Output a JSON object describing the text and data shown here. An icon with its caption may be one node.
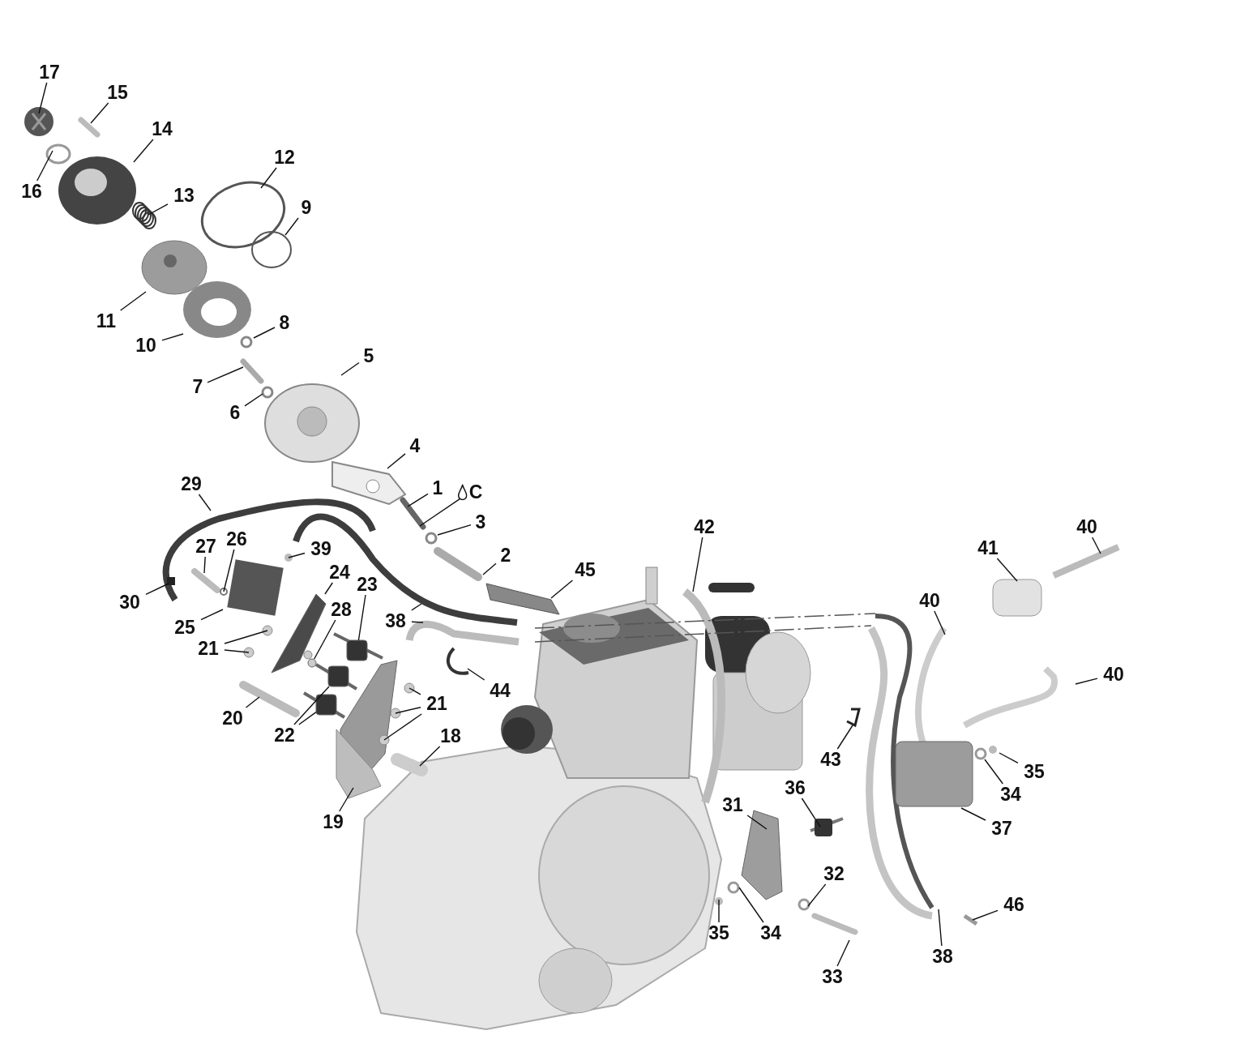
{
  "diagram": {
    "nodes": [
      {
        "text": [
          "17"
        ]
      },
      {
        "text": [
          "15"
        ]
      },
      {
        "text": [
          "14"
        ]
      },
      {
        "text": [
          "16"
        ]
      },
      {
        "text": [
          "13"
        ]
      },
      {
        "text": [
          "12"
        ]
      },
      {
        "text": [
          "9"
        ]
      },
      {
        "text": [
          "11"
        ]
      },
      {
        "text": [
          "10"
        ]
      },
      {
        "text": [
          "8"
        ]
      },
      {
        "text": [
          "5"
        ]
      },
      {
        "text": [
          "7"
        ]
      },
      {
        "text": [
          "6"
        ]
      },
      {
        "text": [
          "4"
        ]
      },
      {
        "text": [
          "1"
        ]
      },
      {
        "text": [
          "C"
        ]
      },
      {
        "text": [
          "3"
        ]
      },
      {
        "text": [
          "2"
        ]
      },
      {
        "text": [
          "29"
        ]
      },
      {
        "text": [
          "42"
        ]
      },
      {
        "text": [
          "40"
        ]
      },
      {
        "text": [
          "41"
        ]
      },
      {
        "text": [
          "27"
        ]
      },
      {
        "text": [
          "26"
        ]
      },
      {
        "text": [
          "39"
        ]
      },
      {
        "text": [
          "45"
        ]
      },
      {
        "text": [
          "24"
        ]
      },
      {
        "text": [
          "23"
        ]
      },
      {
        "text": [
          "30"
        ]
      },
      {
        "text": [
          "40"
        ]
      },
      {
        "text": [
          "28"
        ]
      },
      {
        "text": [
          "38"
        ]
      },
      {
        "text": [
          "25"
        ]
      },
      {
        "text": [
          "21"
        ]
      },
      {
        "text": [
          "40"
        ]
      },
      {
        "text": [
          "44"
        ]
      },
      {
        "text": [
          "21"
        ]
      },
      {
        "text": [
          "20"
        ]
      },
      {
        "text": [
          "22"
        ]
      },
      {
        "text": [
          "18"
        ]
      },
      {
        "text": [
          "43"
        ]
      },
      {
        "text": [
          "35"
        ]
      },
      {
        "text": [
          "36"
        ]
      },
      {
        "text": [
          "34"
        ]
      },
      {
        "text": [
          "31"
        ]
      },
      {
        "text": [
          "19"
        ]
      },
      {
        "text": [
          "37"
        ]
      },
      {
        "text": [
          "32"
        ]
      },
      {
        "text": [
          "46"
        ]
      },
      {
        "text": [
          "35"
        ]
      },
      {
        "text": [
          "34"
        ]
      },
      {
        "text": [
          "38"
        ]
      },
      {
        "text": [
          "33"
        ]
      },
      {
        "text": [],
        "shape": "picture"
      },
      {
        "text": [],
        "shape": "box"
      },
      {
        "text": [],
        "shape": "box"
      },
      {
        "text": [],
        "shape": "box"
      },
      {
        "text": [],
        "shape": "circle"
      }
    ],
    "edges": [
      {
        "from": 0,
        "to": null,
        "arrow": "none"
      },
      {
        "from": 1,
        "to": null,
        "arrow": "none"
      },
      {
        "from": 2,
        "to": null,
        "arrow": "none"
      },
      {
        "from": 3,
        "to": null,
        "arrow": "none"
      },
      {
        "from": 4,
        "to": null,
        "arrow": "none"
      },
      {
        "from": 5,
        "to": null,
        "arrow": "none"
      },
      {
        "from": 6,
        "to": null,
        "arrow": "none"
      },
      {
        "from": 7,
        "to": null,
        "arrow": "none"
      },
      {
        "from": 8,
        "to": null,
        "arrow": "none"
      },
      {
        "from": 9,
        "to": null,
        "arrow": "none"
      },
      {
        "from": 10,
        "to": null,
        "arrow": "none"
      },
      {
        "from": 11,
        "to": null,
        "arrow": "none"
      },
      {
        "from": 12,
        "to": null,
        "arrow": "none"
      },
      {
        "from": 13,
        "to": null,
        "arrow": "none"
      },
      {
        "from": 14,
        "to": null,
        "arrow": "none"
      },
      {
        "from": 15,
        "to": null,
        "arrow": "none"
      },
      {
        "from": 16,
        "to": null,
        "arrow": "none"
      },
      {
        "from": 17,
        "to": null,
        "arrow": "none"
      },
      {
        "from": 18,
        "to": null,
        "arrow": "none"
      },
      {
        "from": 19,
        "to": null,
        "arrow": "none"
      },
      {
        "from": 20,
        "to": null,
        "arrow": "none"
      },
      {
        "from": 21,
        "to": null,
        "arrow": "none"
      },
      {
        "from": 22,
        "to": null,
        "arrow": "none"
      },
      {
        "from": 23,
        "to": null,
        "arrow": "none"
      },
      {
        "from": 24,
        "to": null,
        "arrow": "none"
      },
      {
        "from": 25,
        "to": null,
        "arrow": "none"
      },
      {
        "from": 26,
        "to": 53,
        "arrow": "none"
      },
      {
        "from": 27,
        "to": 54,
        "arrow": "none"
      },
      {
        "from": 28,
        "to": null,
        "arrow": "none"
      },
      {
        "from": 29,
        "to": null,
        "arrow": "none"
      },
      {
        "from": 30,
        "to": 57,
        "arrow": "none"
      },
      {
        "from": 31,
        "to": null,
        "arrow": "none"
      },
      {
        "from": 31,
        "to": null,
        "arrow": "none"
      },
      {
        "from": 32,
        "to": null,
        "arrow": "none"
      },
      {
        "from": 33,
        "to": null,
        "arrow": "none"
      },
      {
        "from": 33,
        "to": null,
        "arrow": "none"
      },
      {
        "from": 34,
        "to": null,
        "arrow": "none"
      },
      {
        "from": 35,
        "to": null,
        "arrow": "none"
      },
      {
        "from": 36,
        "to": null,
        "arrow": "none"
      },
      {
        "from": 36,
        "to": null,
        "arrow": "none"
      },
      {
        "from": 36,
        "to": null,
        "arrow": "none"
      },
      {
        "from": 37,
        "to": null,
        "arrow": "none"
      },
      {
        "from": 38,
        "to": 55,
        "arrow": "none"
      },
      {
        "from": 38,
        "to": 56,
        "arrow": "none"
      },
      {
        "from": 39,
        "to": null,
        "arrow": "none"
      },
      {
        "from": 40,
        "to": null,
        "arrow": "none"
      },
      {
        "from": 41,
        "to": null,
        "arrow": "none"
      },
      {
        "from": 42,
        "to": null,
        "arrow": "none"
      },
      {
        "from": 43,
        "to": null,
        "arrow": "none"
      },
      {
        "from": 44,
        "to": null,
        "arrow": "none"
      },
      {
        "from": 45,
        "to": null,
        "arrow": "none"
      },
      {
        "from": 46,
        "to": null,
        "arrow": "none"
      },
      {
        "from": 47,
        "to": null,
        "arrow": "none"
      },
      {
        "from": 48,
        "to": null,
        "arrow": "none"
      },
      {
        "from": 49,
        "to": null,
        "arrow": "none"
      },
      {
        "from": 50,
        "to": null,
        "arrow": "none"
      },
      {
        "from": 51,
        "to": null,
        "arrow": "none"
      },
      {
        "from": 52,
        "to": null,
        "arrow": "none"
      }
    ]
  }
}
